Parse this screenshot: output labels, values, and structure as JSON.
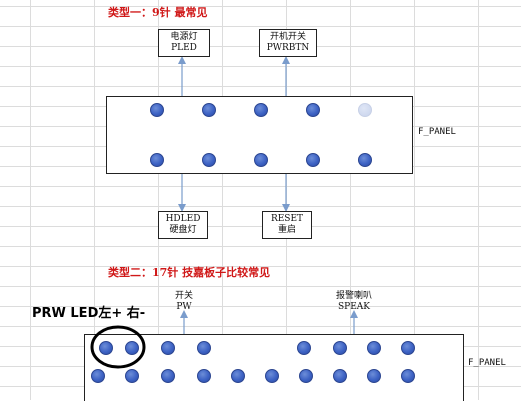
{
  "type1": {
    "heading": "类型一：9针    最常见",
    "panel_name": "F_PANEL",
    "top_labels": [
      {
        "line1": "电源灯",
        "line2": "PLED"
      },
      {
        "line1": "开机开关",
        "line2": "PWRBTN"
      }
    ],
    "bottom_labels": [
      {
        "line1": "HDLED",
        "line2": "硬盘灯"
      },
      {
        "line1": "RESET",
        "line2": "重启"
      }
    ]
  },
  "type2": {
    "heading": "类型二：17针    技嘉板子比较常见",
    "panel_name": "F_PANEL",
    "note": "PRW LED左+ 右-",
    "labels": [
      {
        "line1": "开关",
        "line2": "PW"
      },
      {
        "line1": "报警喇叭",
        "line2": "SPEAK"
      }
    ]
  },
  "colors": {
    "heading": "#d01818",
    "pin": "#3d62c4",
    "connector_line": "#7a9ccc",
    "highlight_circle": "#000000"
  }
}
